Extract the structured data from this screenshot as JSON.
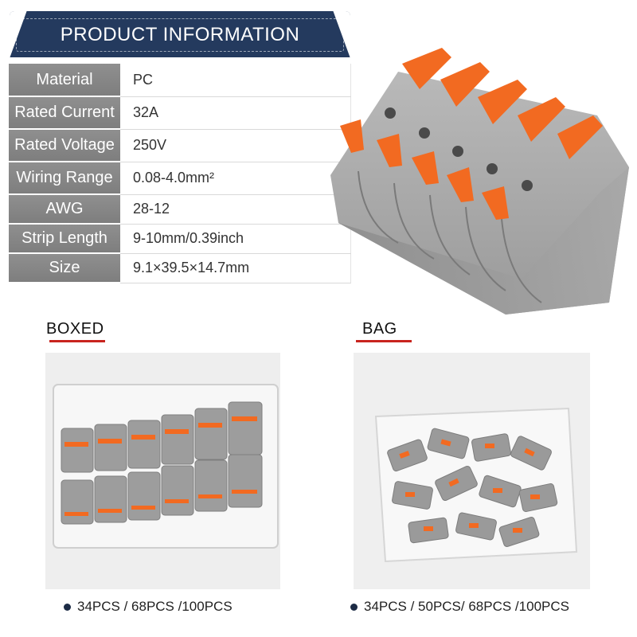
{
  "header": {
    "title": "PRODUCT INFORMATION"
  },
  "specs": [
    {
      "label": "Material",
      "value": "PC"
    },
    {
      "label": "Rated Current",
      "value": "32A"
    },
    {
      "label": "Rated Voltage",
      "value": "250V"
    },
    {
      "label": "Wiring Range",
      "value": "0.08-4.0mm²"
    },
    {
      "label": "AWG",
      "value": "28-12"
    },
    {
      "label": "Strip Length",
      "value": "9-10mm/0.39inch"
    },
    {
      "label": "Size",
      "value": "9.1×39.5×14.7mm"
    }
  ],
  "boxed": {
    "title": "BOXED",
    "caption": "34PCS / 68PCS /100PCS"
  },
  "bag": {
    "title": "BAG",
    "caption": "34PCS / 50PCS/ 68PCS /100PCS"
  },
  "colors": {
    "banner": "#243a5e",
    "accent_orange": "#f26a21",
    "connector_gray": "#9a9a9a",
    "underline_red": "#c8241e",
    "label_gray": "#858585"
  }
}
